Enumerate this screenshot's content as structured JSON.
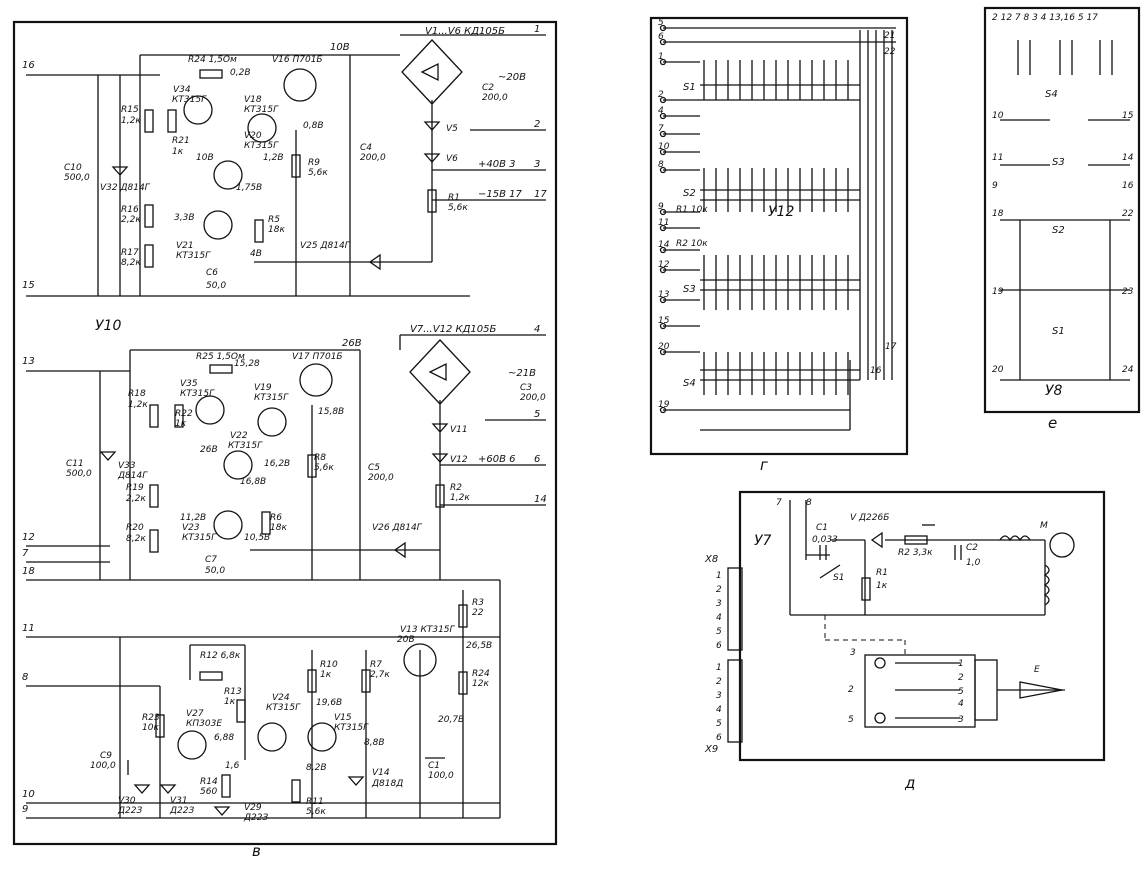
{
  "panel_v": {
    "caption": "в",
    "unit_u10": "У10",
    "terminals_top": [
      "16",
      "15",
      "13",
      "12",
      "7",
      "18",
      "11",
      "8",
      "10",
      "9"
    ],
    "terminals_right": [
      "1",
      "2",
      "3",
      "17",
      "4",
      "5",
      "6",
      "14"
    ],
    "bridge1": "V1...V6 КД105Б",
    "bridge2": "V7...V12 КД105Б",
    "v_out_1": "~20В",
    "v_out_2": "~21В",
    "plus40": "+40В 3",
    "minus15": "−15В 17",
    "plus60": "+60В 6",
    "node_10v": "10В",
    "node_26v": "26В",
    "components": [
      "R24 1,5Ом",
      "0,2В",
      "V16 П701Б",
      "V34",
      "КТ315Г",
      "V18",
      "КТ315Г",
      "R15",
      "1,2к",
      "R21",
      "1к",
      "V20",
      "КТ315Г",
      "0,8В",
      "10В",
      "1,2В",
      "R9",
      "5,6к",
      "C4",
      "200,0",
      "C10",
      "500,0",
      "V32 Д814Г",
      "1,75В",
      "R16",
      "2,2к",
      "3,3В",
      "R5",
      "18к",
      "R17",
      "8,2к",
      "V21",
      "КТ315Г",
      "4В",
      "V25 Д814Г",
      "C6",
      "50,0",
      "V5",
      "V6",
      "C2",
      "200,0",
      "R1",
      "5,6к",
      "R25 1,5Ом",
      "15,28",
      "V17 П701Б",
      "V35",
      "КТ315Г",
      "V19",
      "КТ315Г",
      "R18",
      "1,2к",
      "R22",
      "1к",
      "15,8В",
      "V22",
      "КТ315Г",
      "26В",
      "16,2В",
      "R8",
      "5,6к",
      "C5",
      "200,0",
      "C11",
      "500,0",
      "V33",
      "Д814Г",
      "16,8В",
      "R19",
      "2,2к",
      "11,2В",
      "R6",
      "18к",
      "R20",
      "8,2к",
      "V23",
      "КТ315Г",
      "10,5В",
      "V26 Д814Г",
      "C7",
      "50,0",
      "V11",
      "V12",
      "C3",
      "200,0",
      "R2",
      "1,2к",
      "R3",
      "22",
      "V13 КТ315Г",
      "20В",
      "R12 6,8к",
      "26,5В",
      "R10",
      "1к",
      "R7",
      "2,7к",
      "R24",
      "12к",
      "V24",
      "КТ315Г",
      "19,6В",
      "R13",
      "1к",
      "V27",
      "КП303Е",
      "R23",
      "10к",
      "6,88",
      "V15",
      "КТ315Г",
      "20,7В",
      "8,8В",
      "C9",
      "100,0",
      "R14",
      "560",
      "1,6",
      "8,2В",
      "R11",
      "5,6к",
      "V14",
      "Д818Д",
      "C1",
      "100,0",
      "V30",
      "Д22З",
      "V31",
      "Д22З",
      "V29",
      "Д22З"
    ]
  },
  "panel_g": {
    "caption": "г",
    "unit": "У12",
    "pins_left": [
      "5",
      "6",
      "1",
      "2",
      "4",
      "7",
      "10",
      "8",
      "9",
      "11",
      "14",
      "12",
      "13",
      "15",
      "20",
      "19"
    ],
    "pins_right": [
      "21",
      "22",
      "17",
      "16"
    ],
    "resistors": [
      "R1 10к",
      "R2 10к"
    ],
    "switches": [
      "S1",
      "S2",
      "S3",
      "S4"
    ]
  },
  "panel_e": {
    "caption": "е",
    "unit": "У8",
    "pins_top": "2  12  7  8  3  4  13,16  5  17",
    "pins": [
      "10",
      "15",
      "11",
      "14",
      "9",
      "16",
      "18",
      "22",
      "19",
      "23",
      "20",
      "24"
    ],
    "switches": [
      "S4",
      "S3",
      "S2",
      "S1"
    ]
  },
  "panel_d": {
    "caption": "д",
    "unit": "У7",
    "x8": "X8",
    "x9": "X9",
    "connector_pins": [
      "1",
      "2",
      "3",
      "4",
      "5",
      "6"
    ],
    "top_pins": [
      "7",
      "8"
    ],
    "parts": [
      "C1",
      "0,033",
      "V Д226Б",
      "R2 3,3к",
      "C2",
      "1,0",
      "M",
      "R1",
      "1к",
      "S1",
      "E"
    ],
    "e_pins_left": [
      "3",
      "2",
      "5"
    ],
    "e_pins_right": [
      "1",
      "2",
      "5",
      "4",
      "3"
    ]
  },
  "colors": {
    "ink": "#111111",
    "paper": "#ffffff"
  }
}
